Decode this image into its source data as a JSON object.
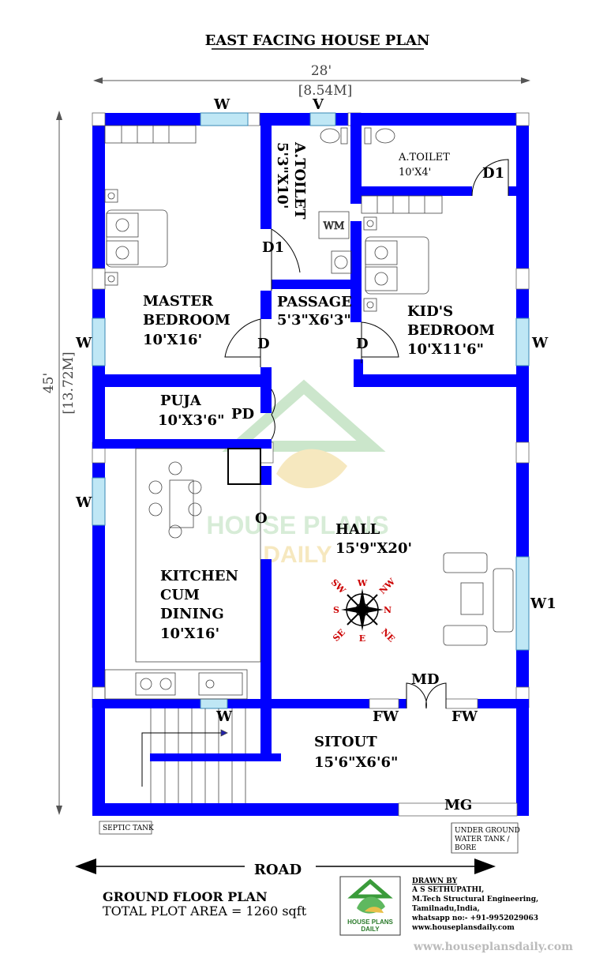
{
  "title": "EAST FACING HOUSE PLAN",
  "dimensions": {
    "width_ft": "28'",
    "width_m": "[8.54M]",
    "length_ft": "45'",
    "length_m": "[13.72M]"
  },
  "rooms": {
    "master_bedroom": [
      "MASTER",
      "BEDROOM",
      "10'X16'"
    ],
    "a_toilet_1": [
      "A.TOILET",
      "5'3\"X10'"
    ],
    "a_toilet_2": [
      "A.TOILET",
      "10'X4'"
    ],
    "passage": [
      "PASSAGE",
      "5'3\"X6'3\""
    ],
    "kids_bedroom": [
      "KID'S",
      "BEDROOM",
      "10'X11'6\""
    ],
    "puja": [
      "PUJA",
      "10'X3'6\""
    ],
    "hall": [
      "HALL",
      "15'9\"X20'"
    ],
    "kitchen": [
      "KITCHEN",
      "CUM",
      "DINING",
      "10'X16'"
    ],
    "sitout": [
      "SITOUT",
      "15'6\"X6'6\""
    ]
  },
  "markers": {
    "window": "W",
    "ventilator": "V",
    "door": "D",
    "door1": "D1",
    "puja_door": "PD",
    "opening": "O",
    "window1": "W1",
    "main_door": "MD",
    "french_window": "FW",
    "main_gate": "MG",
    "washing_machine": "WM"
  },
  "compass": {
    "n": "N",
    "s": "S",
    "e": "E",
    "w": "W",
    "ne": "NE",
    "nw": "NW",
    "se": "SE",
    "sw": "SW"
  },
  "septic_tank": "SEPTIC TANK",
  "water_tank": [
    "UNDER GROUND",
    "WATER TANK /",
    "BORE"
  ],
  "road": "ROAD",
  "plan_name": "GROUND FLOOR PLAN",
  "plot_area": "TOTAL PLOT AREA = 1260 sqft",
  "watermark": [
    "HOUSE PLANS",
    "DAILY"
  ],
  "logo_text": [
    "HOUSE PLANS",
    "DAILY"
  ],
  "credits": {
    "drawn_by": "DRAWN BY",
    "name": "A S SETHUPATHI,",
    "qualification": "M.Tech Structural Engineering,",
    "location": "Tamilnadu,India,",
    "whatsapp": "whatsapp no:- +91-9952029063",
    "website": "www.houseplansdaily.com"
  },
  "footer_url": "www.houseplansdaily.com",
  "colors": {
    "wall": "#0000ff",
    "window": "#bfe7f5",
    "compass": "#cc0000",
    "watermark": "#8fca8f"
  }
}
